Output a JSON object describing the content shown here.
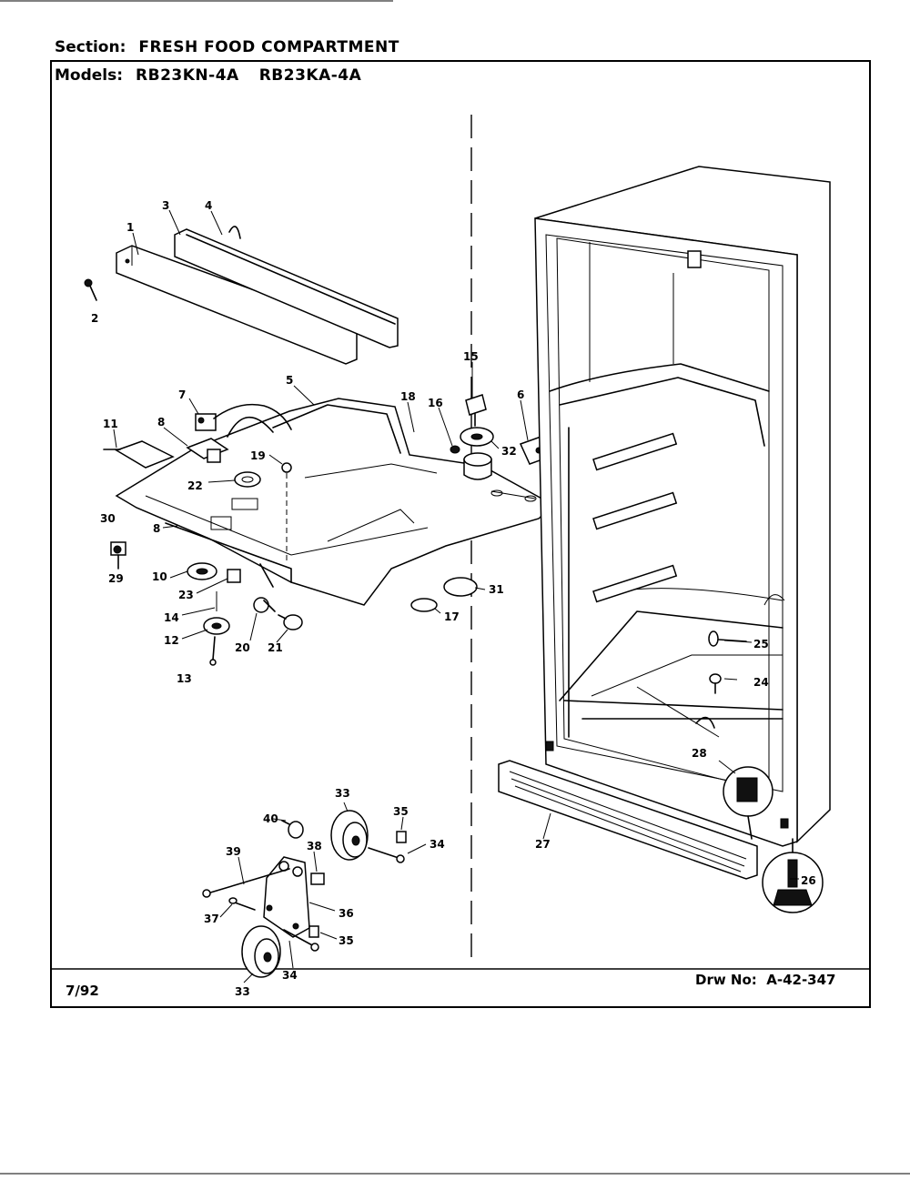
{
  "header": {
    "section_label": "Section:",
    "section_value": "FRESH FOOD COMPARTMENT",
    "models_label": "Models:",
    "model_1": "RB23KN-4A",
    "model_2": "RB23KA-4A"
  },
  "footer": {
    "date": "7/92",
    "drawing_label": "Drw No:",
    "drawing_number": "A-42-347"
  },
  "callouts": [
    {
      "id": "c1",
      "text": "1"
    },
    {
      "id": "c2",
      "text": "2"
    },
    {
      "id": "c3",
      "text": "3"
    },
    {
      "id": "c4",
      "text": "4"
    },
    {
      "id": "c5",
      "text": "5"
    },
    {
      "id": "c6",
      "text": "6"
    },
    {
      "id": "c7",
      "text": "7"
    },
    {
      "id": "c8a",
      "text": "8"
    },
    {
      "id": "c8b",
      "text": "8"
    },
    {
      "id": "c10",
      "text": "10"
    },
    {
      "id": "c11",
      "text": "11"
    },
    {
      "id": "c12",
      "text": "12"
    },
    {
      "id": "c13",
      "text": "13"
    },
    {
      "id": "c14",
      "text": "14"
    },
    {
      "id": "c15",
      "text": "15"
    },
    {
      "id": "c16",
      "text": "16"
    },
    {
      "id": "c17",
      "text": "17"
    },
    {
      "id": "c18",
      "text": "18"
    },
    {
      "id": "c19",
      "text": "19"
    },
    {
      "id": "c20",
      "text": "20"
    },
    {
      "id": "c21",
      "text": "21"
    },
    {
      "id": "c22",
      "text": "22"
    },
    {
      "id": "c23",
      "text": "23"
    },
    {
      "id": "c24",
      "text": "24"
    },
    {
      "id": "c25",
      "text": "25"
    },
    {
      "id": "c26",
      "text": "26"
    },
    {
      "id": "c27",
      "text": "27"
    },
    {
      "id": "c28",
      "text": "28"
    },
    {
      "id": "c29",
      "text": "29"
    },
    {
      "id": "c30",
      "text": "30"
    },
    {
      "id": "c31",
      "text": "31"
    },
    {
      "id": "c32",
      "text": "32"
    },
    {
      "id": "c33a",
      "text": "33"
    },
    {
      "id": "c33b",
      "text": "33"
    },
    {
      "id": "c34a",
      "text": "34"
    },
    {
      "id": "c34b",
      "text": "34"
    },
    {
      "id": "c35a",
      "text": "35"
    },
    {
      "id": "c35b",
      "text": "35"
    },
    {
      "id": "c36",
      "text": "36"
    },
    {
      "id": "c37",
      "text": "37"
    },
    {
      "id": "c38",
      "text": "38"
    },
    {
      "id": "c39",
      "text": "39"
    },
    {
      "id": "c40",
      "text": "40"
    }
  ]
}
